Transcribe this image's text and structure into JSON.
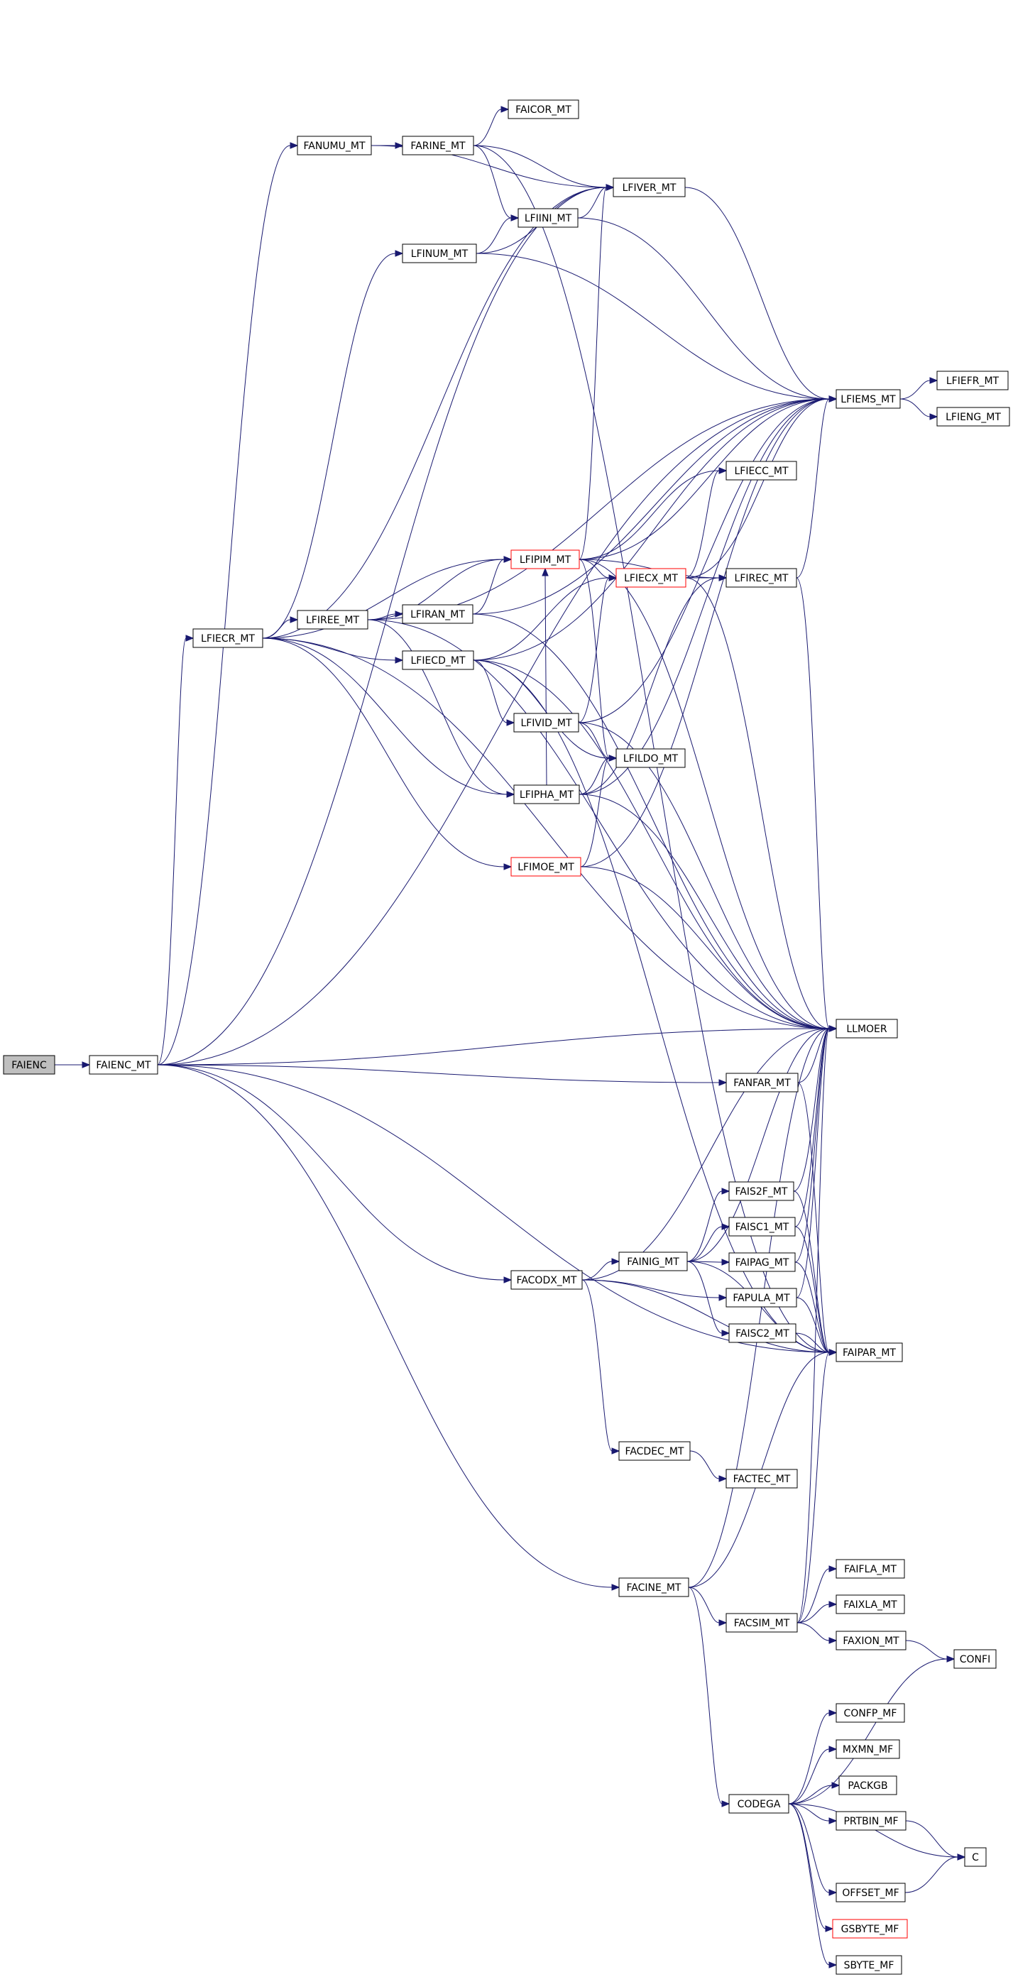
{
  "colors": {
    "edge": "#191970",
    "node_border": "#000000",
    "node_border_warn": "#ff0000",
    "node_fill_root": "#bfbfbf"
  },
  "nodes": [
    {
      "id": "FAIENC",
      "label": "FAIENC"
    },
    {
      "id": "FAIENC_MT",
      "label": "FAIENC_MT"
    },
    {
      "id": "FANUMU_MT",
      "label": "FANUMU_MT"
    },
    {
      "id": "FARINE_MT",
      "label": "FARINE_MT"
    },
    {
      "id": "FAICOR_MT",
      "label": "FAICOR_MT"
    },
    {
      "id": "LFIVER_MT",
      "label": "LFIVER_MT"
    },
    {
      "id": "LFIINI_MT",
      "label": "LFIINI_MT"
    },
    {
      "id": "LFINUM_MT",
      "label": "LFINUM_MT"
    },
    {
      "id": "LFIEMS_MT",
      "label": "LFIEMS_MT"
    },
    {
      "id": "LFIEFR_MT",
      "label": "LFIEFR_MT"
    },
    {
      "id": "LFIENG_MT",
      "label": "LFIENG_MT"
    },
    {
      "id": "LFIECC_MT",
      "label": "LFIECC_MT"
    },
    {
      "id": "LFIPIM_MT",
      "label": "LFIPIM_MT"
    },
    {
      "id": "LFIECX_MT",
      "label": "LFIECX_MT"
    },
    {
      "id": "LFIREC_MT",
      "label": "LFIREC_MT"
    },
    {
      "id": "LFIECR_MT",
      "label": "LFIECR_MT"
    },
    {
      "id": "LFIREE_MT",
      "label": "LFIREE_MT"
    },
    {
      "id": "LFIRAN_MT",
      "label": "LFIRAN_MT"
    },
    {
      "id": "LFIECD_MT",
      "label": "LFIECD_MT"
    },
    {
      "id": "LFIVID_MT",
      "label": "LFIVID_MT"
    },
    {
      "id": "LFILDO_MT",
      "label": "LFILDO_MT"
    },
    {
      "id": "LFIPHA_MT",
      "label": "LFIPHA_MT"
    },
    {
      "id": "LFIMOE_MT",
      "label": "LFIMOE_MT"
    },
    {
      "id": "LLMOER",
      "label": "LLMOER"
    },
    {
      "id": "FANFAR_MT",
      "label": "FANFAR_MT"
    },
    {
      "id": "FAIS2F_MT",
      "label": "FAIS2F_MT"
    },
    {
      "id": "FAISC1_MT",
      "label": "FAISC1_MT"
    },
    {
      "id": "FACODX_MT",
      "label": "FACODX_MT"
    },
    {
      "id": "FAINIG_MT",
      "label": "FAINIG_MT"
    },
    {
      "id": "FAIPAG_MT",
      "label": "FAIPAG_MT"
    },
    {
      "id": "FAPULA_MT",
      "label": "FAPULA_MT"
    },
    {
      "id": "FAISC2_MT",
      "label": "FAISC2_MT"
    },
    {
      "id": "FAIPAR_MT",
      "label": "FAIPAR_MT"
    },
    {
      "id": "FACDEC_MT",
      "label": "FACDEC_MT"
    },
    {
      "id": "FACTEC_MT",
      "label": "FACTEC_MT"
    },
    {
      "id": "FAIFLA_MT",
      "label": "FAIFLA_MT"
    },
    {
      "id": "FACINE_MT",
      "label": "FACINE_MT"
    },
    {
      "id": "FAIXLA_MT",
      "label": "FAIXLA_MT"
    },
    {
      "id": "FACSIM_MT",
      "label": "FACSIM_MT"
    },
    {
      "id": "FAXION_MT",
      "label": "FAXION_MT"
    },
    {
      "id": "CONFI",
      "label": "CONFI"
    },
    {
      "id": "CONFP_MF",
      "label": "CONFP_MF"
    },
    {
      "id": "MXMN_MF",
      "label": "MXMN_MF"
    },
    {
      "id": "PACKGB",
      "label": "PACKGB"
    },
    {
      "id": "CODEGA",
      "label": "CODEGA"
    },
    {
      "id": "PRTBIN_MF",
      "label": "PRTBIN_MF"
    },
    {
      "id": "C",
      "label": "C"
    },
    {
      "id": "OFFSET_MF",
      "label": "OFFSET_MF"
    },
    {
      "id": "GSBYTE_MF",
      "label": "GSBYTE_MF"
    },
    {
      "id": "SBYTE_MF",
      "label": "SBYTE_MF"
    }
  ],
  "edges": [
    [
      "FAIENC",
      "FAIENC_MT"
    ],
    [
      "FAIENC_MT",
      "FANUMU_MT"
    ],
    [
      "FAIENC_MT",
      "LFIVER_MT"
    ],
    [
      "FAIENC_MT",
      "LFIEMS_MT"
    ],
    [
      "FAIENC_MT",
      "LFIECR_MT"
    ],
    [
      "FAIENC_MT",
      "LLMOER"
    ],
    [
      "FAIENC_MT",
      "FANFAR_MT"
    ],
    [
      "FAIENC_MT",
      "FACODX_MT"
    ],
    [
      "FAIENC_MT",
      "FAIPAR_MT"
    ],
    [
      "FAIENC_MT",
      "FACINE_MT"
    ],
    [
      "FANUMU_MT",
      "FARINE_MT"
    ],
    [
      "FANUMU_MT",
      "LFIVER_MT"
    ],
    [
      "FARINE_MT",
      "FAICOR_MT"
    ],
    [
      "FARINE_MT",
      "LFIVER_MT"
    ],
    [
      "FARINE_MT",
      "LFIINI_MT"
    ],
    [
      "FARINE_MT",
      "FAIPAR_MT"
    ],
    [
      "LFIVER_MT",
      "LFIEMS_MT"
    ],
    [
      "LFIINI_MT",
      "LFIVER_MT"
    ],
    [
      "LFIINI_MT",
      "LFIEMS_MT"
    ],
    [
      "LFINUM_MT",
      "LFIINI_MT"
    ],
    [
      "LFINUM_MT",
      "LFIVER_MT"
    ],
    [
      "LFINUM_MT",
      "LFIEMS_MT"
    ],
    [
      "LFIEMS_MT",
      "LFIEFR_MT"
    ],
    [
      "LFIEMS_MT",
      "LFIENG_MT"
    ],
    [
      "LFIECR_MT",
      "LFIVER_MT"
    ],
    [
      "LFIECR_MT",
      "LFINUM_MT"
    ],
    [
      "LFIECR_MT",
      "LFIPIM_MT"
    ],
    [
      "LFIECR_MT",
      "LFIREE_MT"
    ],
    [
      "LFIECR_MT",
      "LFIECD_MT"
    ],
    [
      "LFIECR_MT",
      "LFIPHA_MT"
    ],
    [
      "LFIECR_MT",
      "LFIMOE_MT"
    ],
    [
      "LFIECR_MT",
      "LLMOER"
    ],
    [
      "LFIREE_MT",
      "LFIRAN_MT"
    ],
    [
      "LFIREE_MT",
      "LFIPIM_MT"
    ],
    [
      "LFIREE_MT",
      "LFIEMS_MT"
    ],
    [
      "LFIREE_MT",
      "LFIPHA_MT"
    ],
    [
      "LFIREE_MT",
      "LLMOER"
    ],
    [
      "LFIRAN_MT",
      "LFIPIM_MT"
    ],
    [
      "LFIRAN_MT",
      "LFIEMS_MT"
    ],
    [
      "LFIRAN_MT",
      "LLMOER"
    ],
    [
      "LFIECD_MT",
      "LFIECX_MT"
    ],
    [
      "LFIECD_MT",
      "LFIVID_MT"
    ],
    [
      "LFIECD_MT",
      "LFILDO_MT"
    ],
    [
      "LFIECD_MT",
      "LLMOER"
    ],
    [
      "LFIECD_MT",
      "LFIEMS_MT"
    ],
    [
      "LFIECD_MT",
      "FAIPAR_MT"
    ],
    [
      "LFIPIM_MT",
      "LFIECX_MT"
    ],
    [
      "LFIPIM_MT",
      "LFIREC_MT"
    ],
    [
      "LFIPIM_MT",
      "LFIECC_MT"
    ],
    [
      "LFIPIM_MT",
      "LFIEMS_MT"
    ],
    [
      "LFIPIM_MT",
      "LFIVER_MT"
    ],
    [
      "LFIPIM_MT",
      "LFILDO_MT"
    ],
    [
      "LFIPIM_MT",
      "LLMOER"
    ],
    [
      "LFIECX_MT",
      "LFIREC_MT"
    ],
    [
      "LFIECX_MT",
      "LFIECC_MT"
    ],
    [
      "LFIECX_MT",
      "LFIEMS_MT"
    ],
    [
      "LFIECX_MT",
      "LLMOER"
    ],
    [
      "LFIREC_MT",
      "LFIEMS_MT"
    ],
    [
      "LFIREC_MT",
      "LLMOER"
    ],
    [
      "LFIVID_MT",
      "LFIECX_MT"
    ],
    [
      "LFIVID_MT",
      "LFILDO_MT"
    ],
    [
      "LFIVID_MT",
      "LFIEMS_MT"
    ],
    [
      "LFIVID_MT",
      "LLMOER"
    ],
    [
      "LFIPHA_MT",
      "LFILDO_MT"
    ],
    [
      "LFIPHA_MT",
      "LFIREC_MT"
    ],
    [
      "LFIPHA_MT",
      "LFIPIM_MT"
    ],
    [
      "LFIPHA_MT",
      "LLMOER"
    ],
    [
      "LFIPHA_MT",
      "LFIEMS_MT"
    ],
    [
      "LFIMOE_MT",
      "LFILDO_MT"
    ],
    [
      "LFIMOE_MT",
      "LFIEMS_MT"
    ],
    [
      "LFIMOE_MT",
      "LLMOER"
    ],
    [
      "FANFAR_MT",
      "LLMOER"
    ],
    [
      "FANFAR_MT",
      "FAIPAR_MT"
    ],
    [
      "FACODX_MT",
      "FAINIG_MT"
    ],
    [
      "FACODX_MT",
      "FAPULA_MT"
    ],
    [
      "FACODX_MT",
      "FACDEC_MT"
    ],
    [
      "FACODX_MT",
      "LLMOER"
    ],
    [
      "FACODX_MT",
      "FAIPAR_MT"
    ],
    [
      "FAINIG_MT",
      "FAIS2F_MT"
    ],
    [
      "FAINIG_MT",
      "FAISC1_MT"
    ],
    [
      "FAINIG_MT",
      "FAIPAG_MT"
    ],
    [
      "FAINIG_MT",
      "FAISC2_MT"
    ],
    [
      "FAINIG_MT",
      "LLMOER"
    ],
    [
      "FAINIG_MT",
      "FAIPAR_MT"
    ],
    [
      "FAIS2F_MT",
      "LLMOER"
    ],
    [
      "FAIS2F_MT",
      "FAIPAR_MT"
    ],
    [
      "FAISC1_MT",
      "LLMOER"
    ],
    [
      "FAISC1_MT",
      "FAIPAR_MT"
    ],
    [
      "FAIPAG_MT",
      "LLMOER"
    ],
    [
      "FAIPAG_MT",
      "FAIPAR_MT"
    ],
    [
      "FAPULA_MT",
      "LLMOER"
    ],
    [
      "FAPULA_MT",
      "FAIPAR_MT"
    ],
    [
      "FAISC2_MT",
      "FAIPAR_MT"
    ],
    [
      "FACDEC_MT",
      "FACTEC_MT"
    ],
    [
      "FACINE_MT",
      "FACSIM_MT"
    ],
    [
      "FACINE_MT",
      "CODEGA"
    ],
    [
      "FACINE_MT",
      "FAIPAR_MT"
    ],
    [
      "FACINE_MT",
      "LLMOER"
    ],
    [
      "FACSIM_MT",
      "FAIFLA_MT"
    ],
    [
      "FACSIM_MT",
      "FAIXLA_MT"
    ],
    [
      "FACSIM_MT",
      "FAXION_MT"
    ],
    [
      "FACSIM_MT",
      "LLMOER"
    ],
    [
      "FACSIM_MT",
      "FAIPAR_MT"
    ],
    [
      "FAXION_MT",
      "CONFI"
    ],
    [
      "CODEGA",
      "CONFI"
    ],
    [
      "CODEGA",
      "CONFP_MF"
    ],
    [
      "CODEGA",
      "MXMN_MF"
    ],
    [
      "CODEGA",
      "PACKGB"
    ],
    [
      "CODEGA",
      "PRTBIN_MF"
    ],
    [
      "CODEGA",
      "C"
    ],
    [
      "CODEGA",
      "OFFSET_MF"
    ],
    [
      "CODEGA",
      "GSBYTE_MF"
    ],
    [
      "CODEGA",
      "SBYTE_MF"
    ],
    [
      "PRTBIN_MF",
      "C"
    ],
    [
      "OFFSET_MF",
      "C"
    ]
  ]
}
